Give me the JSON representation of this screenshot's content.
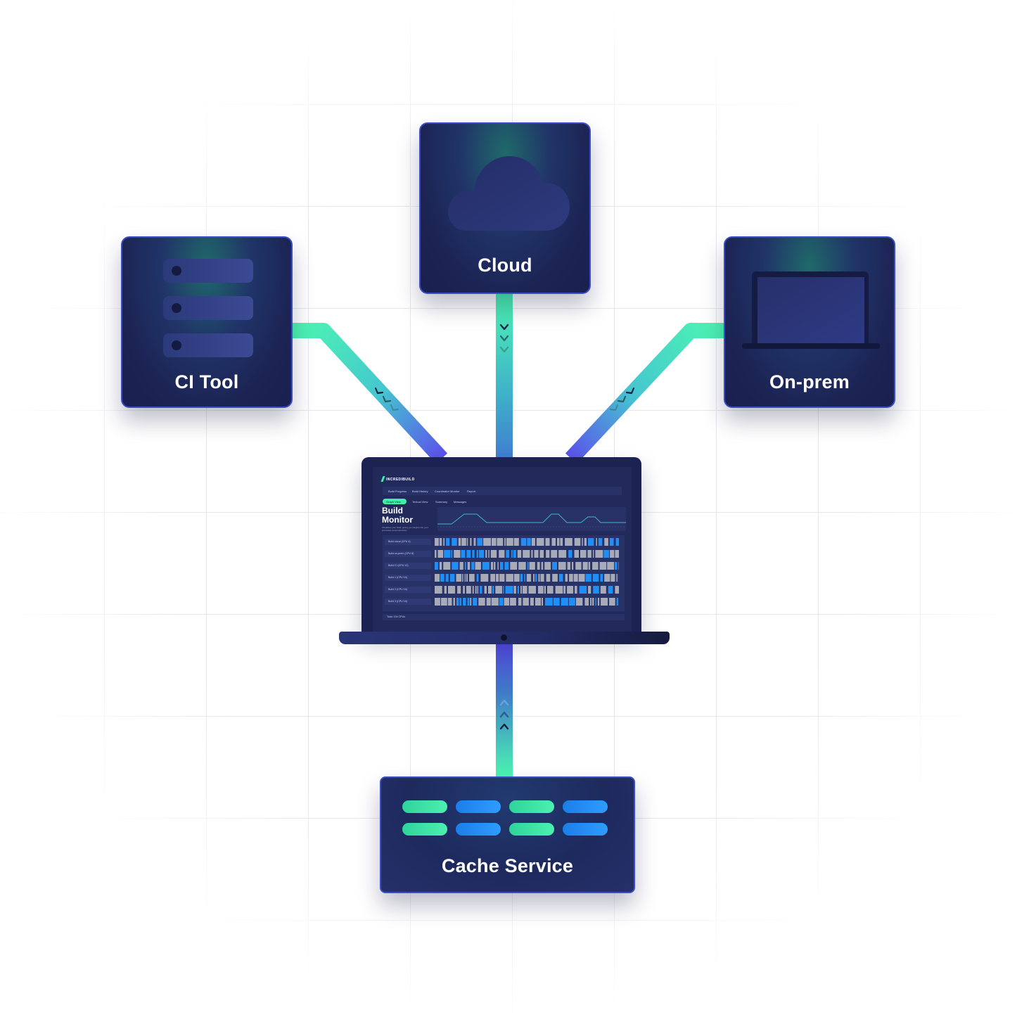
{
  "nodes": {
    "ci_tool": {
      "label": "CI Tool",
      "icon": "server-rack-icon"
    },
    "cloud": {
      "label": "Cloud",
      "icon": "cloud-icon"
    },
    "on_prem": {
      "label": "On-prem",
      "icon": "laptop-icon"
    },
    "cache_service": {
      "label": "Cache Service",
      "icon": "cache-pills-icon"
    },
    "build_monitor": {
      "icon": "laptop-icon"
    }
  },
  "screen": {
    "logo": "INCREDIBUILD",
    "nav_tabs": [
      "Build Progress",
      "Build History",
      "Coordinator Monitor",
      "Report"
    ],
    "view_tabs": [
      "Graph View",
      "Textual View",
      "Summary",
      "Messages"
    ],
    "title_line1": "Build",
    "title_line2": "Monitor",
    "subtitle": "Visualizes your build, giving you insights into your processes and productivity",
    "rows": [
      "Build cloud (CPU 4)",
      "Build on-prem (CPU 8)",
      "Build CI (CPU 12)",
      "Build 1 (CPU 16)",
      "Build 2 (CPU 16)",
      "Build 3 (CPU 16)"
    ],
    "footer": "Total: 104 CPUs"
  },
  "connections": [
    {
      "from": "CI Tool",
      "to": "Build Monitor"
    },
    {
      "from": "Cloud",
      "to": "Build Monitor"
    },
    {
      "from": "On-prem",
      "to": "Build Monitor"
    },
    {
      "from": "Cache Service",
      "to": "Build Monitor"
    }
  ],
  "colors": {
    "connector_green": "#4cf5b1",
    "connector_blue": "#5a5ce8",
    "tile_dark": "#1c2454",
    "tile_border": "#3b4cc8",
    "task_gray": "#a7abb8",
    "task_blue": "#1f8ef5",
    "cache_green": "#3ee3a5",
    "cache_blue": "#2290f5"
  }
}
